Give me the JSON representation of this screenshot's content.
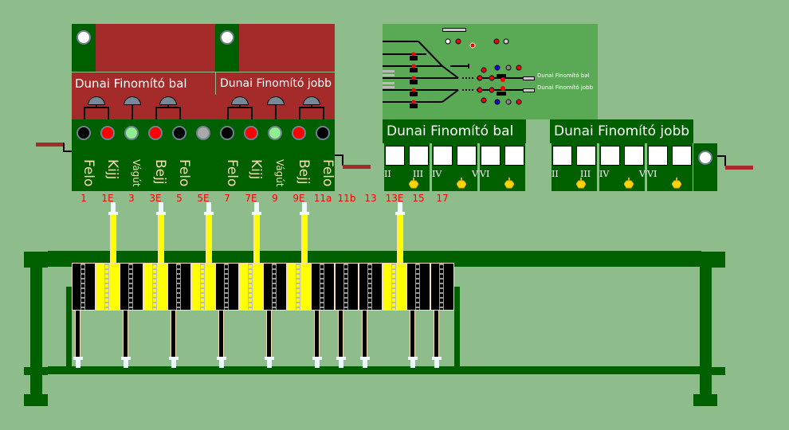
{
  "panels": {
    "left_title": "Dunai Finomító bal",
    "right_title": "Dunai Finomító jobb"
  },
  "lamps": [
    {
      "color": "#000000",
      "label": "Felo"
    },
    {
      "color": "#ff0000",
      "label": "Kijj"
    },
    {
      "color": "#90ee90",
      "label": "Vágút"
    },
    {
      "color": "#ff0000",
      "label": "Bejj"
    },
    {
      "color": "#000000",
      "label": "Felo"
    },
    {
      "color": "#a9a9a9",
      "label": ""
    },
    {
      "color": "#000000",
      "label": "Felo"
    },
    {
      "color": "#ff0000",
      "label": "Kijj"
    },
    {
      "color": "#90ee90",
      "label": "Vágút"
    },
    {
      "color": "#ff0000",
      "label": "Bejj"
    },
    {
      "color": "#000000",
      "label": "Felo"
    }
  ],
  "lever_numbers": [
    "1",
    "1E",
    "3",
    "3E",
    "5",
    "5E",
    "7",
    "7E",
    "9",
    "9E",
    "11a",
    "11b",
    "13",
    "13E",
    "15",
    "17"
  ],
  "levers": [
    {
      "number": "1",
      "color": "black",
      "state": "normal"
    },
    {
      "number": "1E",
      "color": "yellow",
      "state": "reversed"
    },
    {
      "number": "3",
      "color": "black",
      "state": "normal"
    },
    {
      "number": "3E",
      "color": "yellow",
      "state": "reversed"
    },
    {
      "number": "5",
      "color": "black",
      "state": "normal"
    },
    {
      "number": "5E",
      "color": "yellow",
      "state": "reversed"
    },
    {
      "number": "7",
      "color": "black",
      "state": "normal"
    },
    {
      "number": "7E",
      "color": "yellow",
      "state": "reversed"
    },
    {
      "number": "9",
      "color": "black",
      "state": "normal"
    },
    {
      "number": "9E",
      "color": "yellow",
      "state": "reversed"
    },
    {
      "number": "11a",
      "color": "black",
      "state": "normal"
    },
    {
      "number": "11b",
      "color": "black",
      "state": "normal"
    },
    {
      "number": "13",
      "color": "black",
      "state": "normal"
    },
    {
      "number": "13E",
      "color": "yellow",
      "state": "reversed"
    },
    {
      "number": "15",
      "color": "black",
      "state": "normal"
    },
    {
      "number": "17",
      "color": "black",
      "state": "normal"
    }
  ],
  "route_panels": [
    {
      "title": "Dunai Finomító bal",
      "groups": [
        {
          "left": "II",
          "right": "III"
        },
        {
          "left": "IV",
          "right": "V"
        },
        {
          "left": "VI",
          "right": ""
        }
      ]
    },
    {
      "title": "Dunai Finomító jobb",
      "groups": [
        {
          "left": "II",
          "right": "III"
        },
        {
          "left": "IV",
          "right": "V"
        },
        {
          "left": "VI",
          "right": ""
        }
      ]
    }
  ],
  "mini_map": {
    "label_bal": "Dunai Finomító bal",
    "label_jobb": "Dunai Finomító jobb"
  },
  "colors": {
    "background": "#8fbc8b",
    "dark_green": "#006000",
    "panel_red": "#a52a2a",
    "lever_yellow": "#ffff00",
    "number_red": "#ff0000"
  }
}
